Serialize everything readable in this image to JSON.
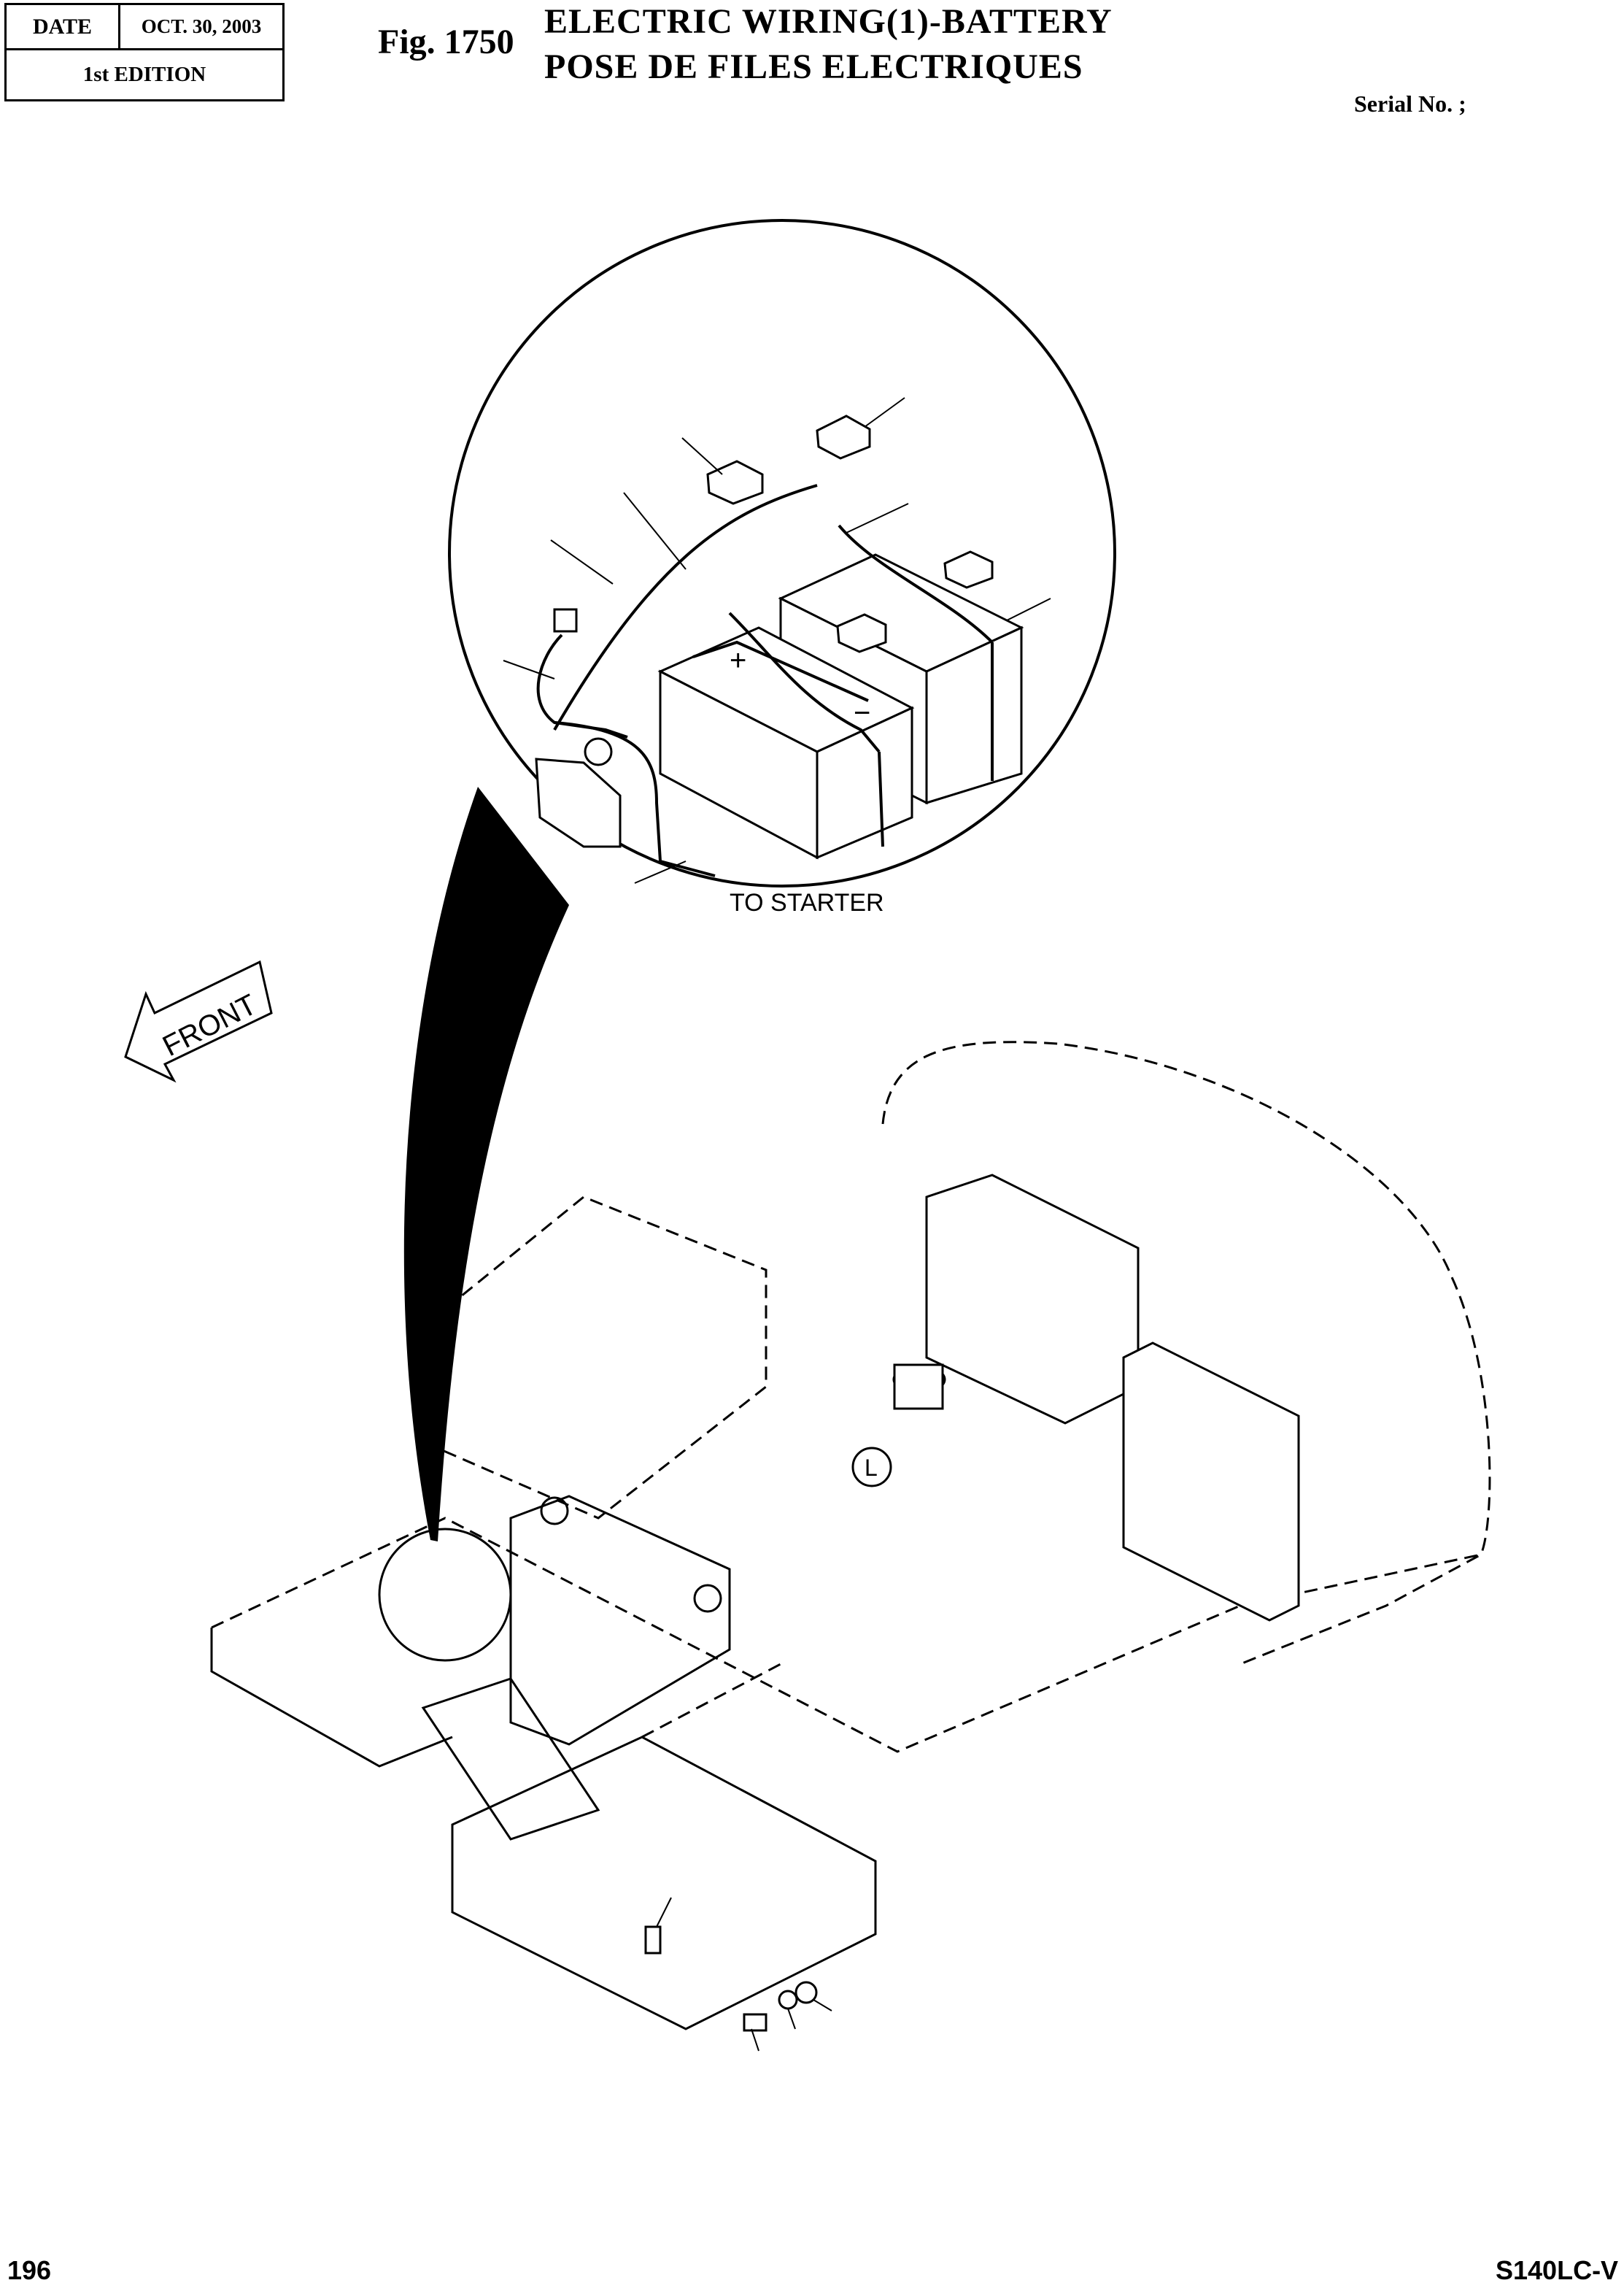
{
  "header": {
    "date_label": "DATE",
    "date_value": "OCT. 30, 2003",
    "edition": "1st EDITION",
    "fig_label": "Fig. 1750",
    "title_en": "ELECTRIC WIRING(1)-BATTERY",
    "title_fr": "POSE DE FILES ELECTRIQUES",
    "serial": "Serial No. ;"
  },
  "drawing": {
    "to_starter": "TO STARTER",
    "front": "FRONT",
    "detail_callout": "L",
    "battery_plus": "+",
    "battery_minus": "−"
  },
  "footer": {
    "page_number": "196",
    "model": "S140LC-V"
  }
}
